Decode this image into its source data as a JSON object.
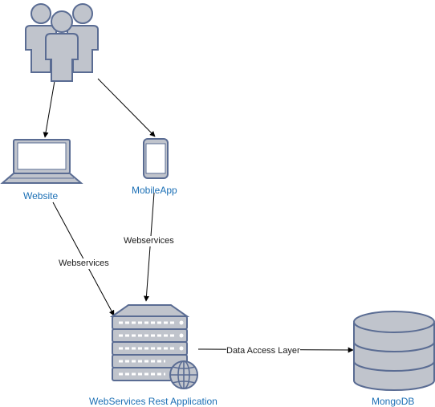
{
  "nodes": {
    "users": {
      "label": ""
    },
    "website": {
      "label": "Website"
    },
    "mobileapp": {
      "label": "MobileApp"
    },
    "rest_server": {
      "label": "WebServices Rest Application"
    },
    "mongodb": {
      "label": "MongoDB"
    }
  },
  "edges": {
    "website_to_server": {
      "label": "Webservices"
    },
    "mobile_to_server": {
      "label": "Webservices"
    },
    "server_to_db": {
      "label": "Data Access Layer"
    }
  },
  "colors": {
    "shape_fill": "#c0c4cc",
    "shape_stroke": "#5a6c93",
    "label_text": "#1b6fb5",
    "edge_line": "#000000"
  }
}
